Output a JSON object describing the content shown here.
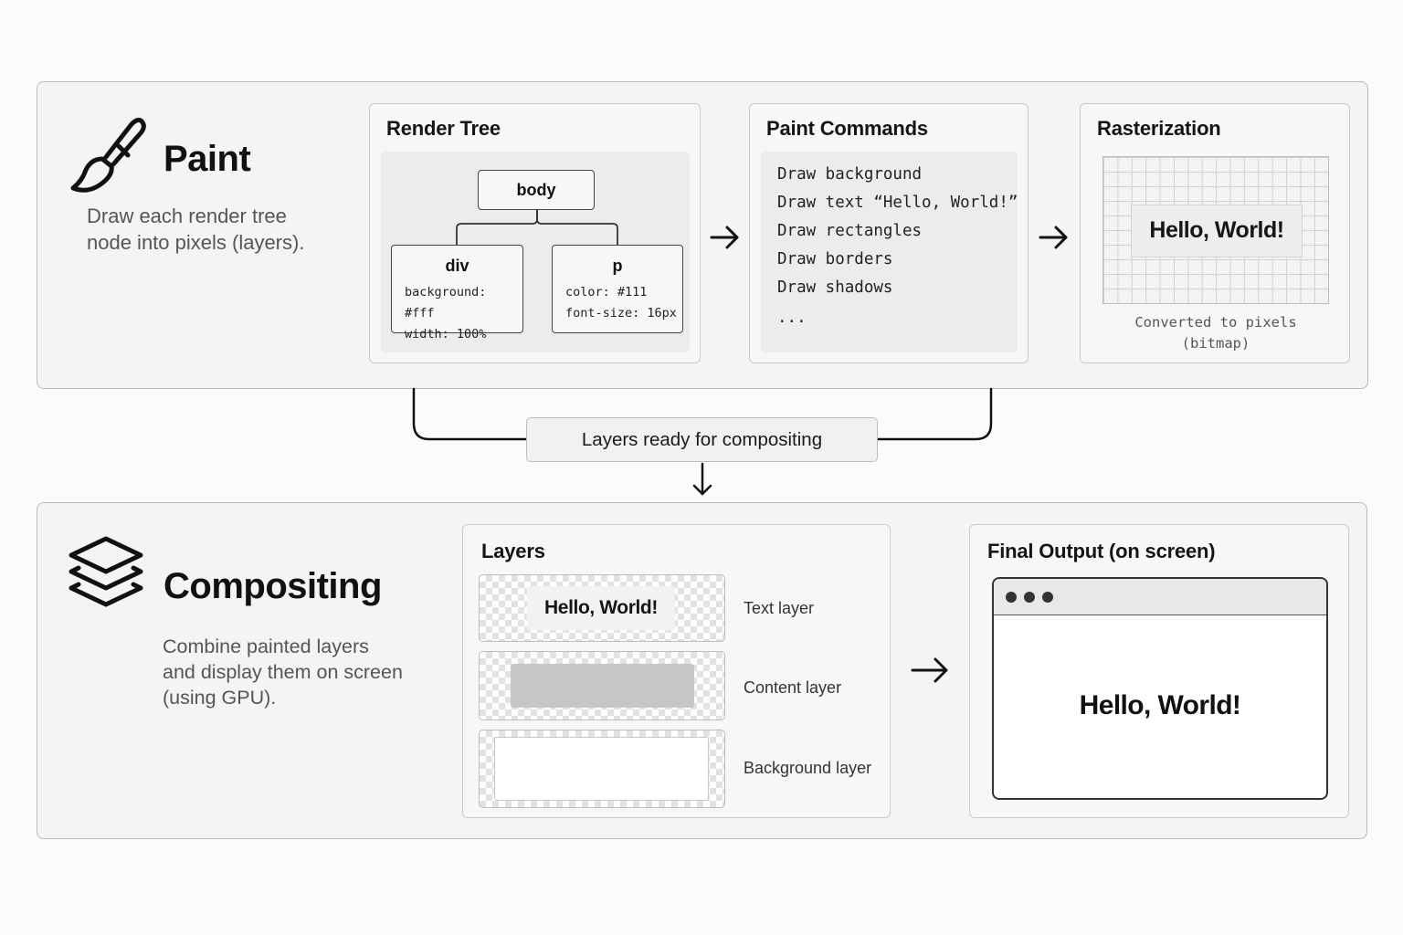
{
  "paint": {
    "title": "Paint",
    "description_line1": "Draw each render tree",
    "description_line2": "node into pixels (layers)."
  },
  "render_tree": {
    "title": "Render Tree",
    "root": "body",
    "div": {
      "name": "div",
      "prop1": "background: #fff",
      "prop2": "width: 100%"
    },
    "p": {
      "name": "p",
      "prop1": "color: #111",
      "prop2": "font-size: 16px"
    }
  },
  "paint_commands": {
    "title": "Paint Commands",
    "items": [
      "Draw background",
      "Draw text “Hello, World!”",
      "Draw rectangles",
      "Draw borders",
      "Draw shadows",
      "..."
    ]
  },
  "rasterization": {
    "title": "Rasterization",
    "sample_text": "Hello, World!",
    "caption_line1": "Converted to pixels",
    "caption_line2": "(bitmap)"
  },
  "connector": {
    "label": "Layers ready for compositing"
  },
  "compositing": {
    "title": "Compositing",
    "description_line1": "Combine painted layers",
    "description_line2": "and display them on screen",
    "description_line3": "(using GPU)."
  },
  "layers": {
    "title": "Layers",
    "text_layer_sample": "Hello, World!",
    "items": [
      "Text layer",
      "Content layer",
      "Background layer"
    ]
  },
  "final_output": {
    "title": "Final Output (on screen)",
    "text": "Hello, World!"
  },
  "icons": {
    "paint": "paintbrush-icon",
    "compositing": "layers-stack-icon",
    "arrows": "arrow-right-icon",
    "down": "arrow-down-icon",
    "window_dots": "window-controls-icon"
  }
}
